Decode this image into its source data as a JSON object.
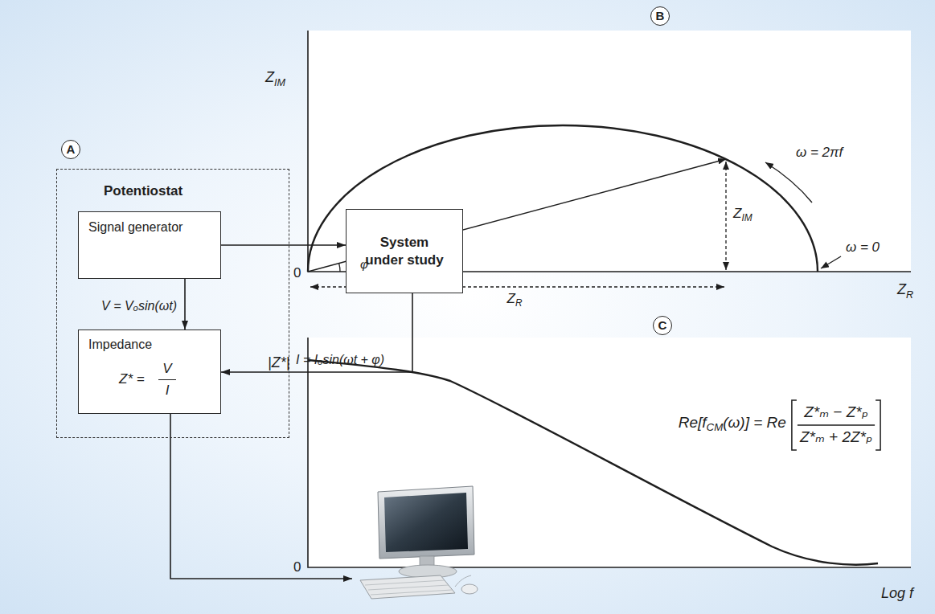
{
  "diagram": {
    "nodes": [
      {
        "text": [
          "A"
        ]
      },
      {
        "text": [
          "Potentiostat"
        ]
      },
      {
        "text": [
          "Signal generator"
        ],
        "in": 1
      },
      {
        "text": [
          "Impedance",
          "Z* =",
          "V",
          "I"
        ],
        "in": 1
      },
      {
        "text": [
          "System under study"
        ]
      },
      {
        "text": [
          "B"
        ]
      },
      {
        "text": [
          "C"
        ]
      }
    ],
    "edges": [
      {
        "from": 2,
        "to": 4,
        "arrow": "to"
      },
      {
        "from": 2,
        "to": 3,
        "label": "V = Vₒsin(ωt)",
        "arrow": "to"
      },
      {
        "from": 4,
        "to": 3,
        "label": "I = Iₒsin(ωt + φ)",
        "arrow": "to"
      }
    ],
    "labels": [
      "Z",
      "IM",
      "ω = 2πf",
      "Z",
      "IM",
      "φ",
      "ω = 0",
      "0",
      "Z",
      "R",
      "Z",
      "R",
      "|Z*|",
      "Re[f",
      "CM",
      "(ω)] = Re",
      "Z*ₘ − Z*ₚ",
      "Z*ₘ + 2Z*ₚ",
      "0",
      "Log f"
    ]
  }
}
